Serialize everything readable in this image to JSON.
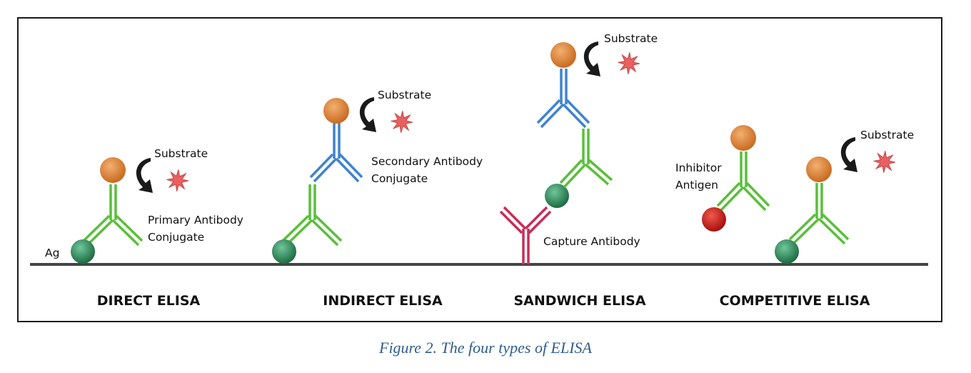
{
  "caption": "Figure 2. The four types of ELISA",
  "labels": {
    "substrate": "Substrate",
    "ag": "Ag",
    "primary_line1": "Primary Antibody",
    "primary_line2": "Conjugate",
    "secondary_line1": "Secondary Antibody",
    "secondary_line2": "Conjugate",
    "capture": "Capture Antibody",
    "inhibitor_line1": "Inhibitor",
    "inhibitor_line2": "Antigen"
  },
  "panels": [
    {
      "title": "DIRECT ELISA"
    },
    {
      "title": "INDIRECT ELISA"
    },
    {
      "title": "SANDWICH ELISA"
    },
    {
      "title": "COMPETITIVE ELISA"
    }
  ],
  "colors": {
    "primary_antibody": "#59bf3a",
    "secondary_antibody": "#3f83cf",
    "capture_antibody": "#c2305a",
    "antigen": "#2e8b57",
    "enzyme": "#e08a3c",
    "inhibitor": "#d42020",
    "substrate_star": "#e86060",
    "baseline": "#444444"
  }
}
